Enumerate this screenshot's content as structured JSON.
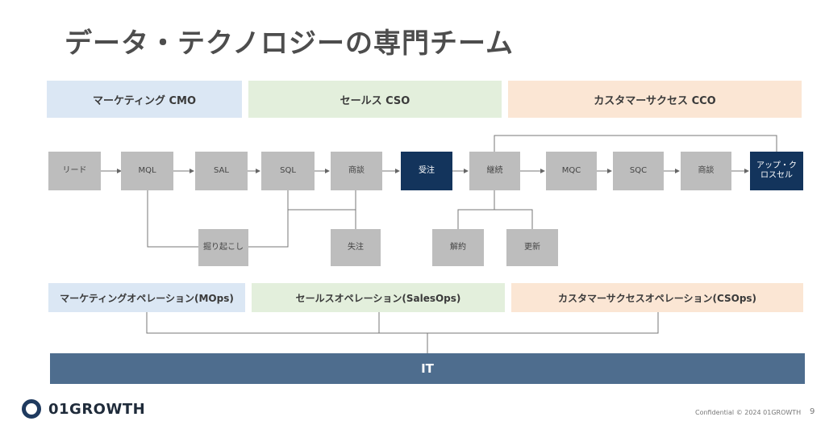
{
  "title": "データ・テクノロジーの専門チーム",
  "bands_top": {
    "marketing": "マーケティング CMO",
    "sales": "セールス CSO",
    "cs": "カスタマーサクセス CCO"
  },
  "nodes": {
    "lead": "リード",
    "mql": "MQL",
    "sal": "SAL",
    "sql": "SQL",
    "deal1": "商談",
    "won": "受注",
    "onboard": "継続",
    "mqc": "MQC",
    "sqc": "SQC",
    "deal2": "商談",
    "upsell": "アップ・ク\nロスセル",
    "dig": "掘り起こし",
    "lost": "失注",
    "churn": "解約",
    "renew": "更新"
  },
  "bands_ops": {
    "marketing": "マーケティングオペレーション(MOps)",
    "sales": "セールスオペレーション(SalesOps)",
    "cs": "カスタマーサクセスオペレーション(CSOps)"
  },
  "it": "IT",
  "logo": "01GROWTH",
  "footer": {
    "confidential": "Confidential © 2024 01GROWTH",
    "page": "9"
  },
  "colors": {
    "band_blue": "#dbe7f4",
    "band_green": "#e3efdc",
    "band_orange": "#fbe6d4",
    "node_gray": "#bdbdbd",
    "node_dark": "#13345c",
    "it_bar": "#4e6d8e"
  }
}
